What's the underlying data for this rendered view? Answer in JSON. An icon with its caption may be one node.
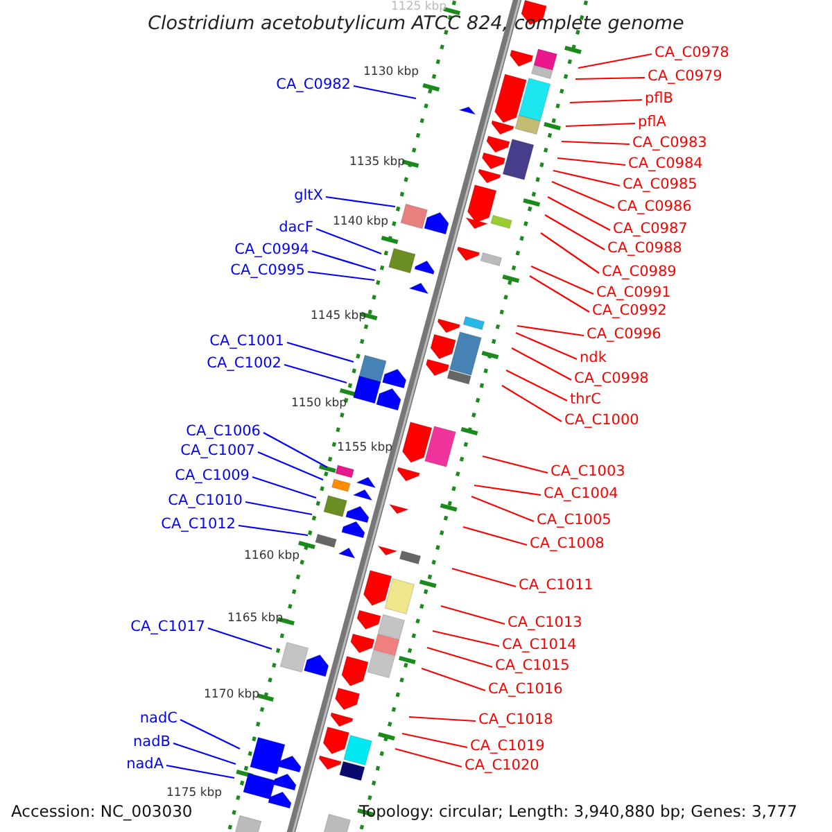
{
  "diagram": {
    "title": "Clostridium acetobutylicum ATCC 824, complete genome",
    "nodes": [
      {
        "text": [
          "CA_C0982"
        ]
      },
      {
        "text": [
          "gltX"
        ]
      },
      {
        "text": [
          "dacF"
        ]
      },
      {
        "text": [
          "CA_C0994"
        ]
      },
      {
        "text": [
          "CA_C0995"
        ]
      },
      {
        "text": [
          "CA_C1001"
        ]
      },
      {
        "text": [
          "CA_C1002"
        ]
      },
      {
        "text": [
          "CA_C1006"
        ]
      },
      {
        "text": [
          "CA_C1007"
        ]
      },
      {
        "text": [
          "CA_C1009"
        ]
      },
      {
        "text": [
          "CA_C1010"
        ]
      },
      {
        "text": [
          "CA_C1012"
        ]
      },
      {
        "text": [
          "CA_C1017"
        ]
      },
      {
        "text": [
          "nadC"
        ]
      },
      {
        "text": [
          "nadB"
        ]
      },
      {
        "text": [
          "nadA"
        ]
      },
      {
        "text": [
          "CA_C0978"
        ]
      },
      {
        "text": [
          "CA_C0979"
        ]
      },
      {
        "text": [
          "pflB"
        ]
      },
      {
        "text": [
          "pflA"
        ]
      },
      {
        "text": [
          "CA_C0983"
        ]
      },
      {
        "text": [
          "CA_C0984"
        ]
      },
      {
        "text": [
          "CA_C0985"
        ]
      },
      {
        "text": [
          "CA_C0986"
        ]
      },
      {
        "text": [
          "CA_C0987"
        ]
      },
      {
        "text": [
          "CA_C0988"
        ]
      },
      {
        "text": [
          "CA_C0989"
        ]
      },
      {
        "text": [
          "CA_C0991"
        ]
      },
      {
        "text": [
          "CA_C0992"
        ]
      },
      {
        "text": [
          "CA_C0996"
        ]
      },
      {
        "text": [
          "ndk"
        ]
      },
      {
        "text": [
          "CA_C0998"
        ]
      },
      {
        "text": [
          "thrC"
        ]
      },
      {
        "text": [
          "CA_C1000"
        ]
      },
      {
        "text": [
          "CA_C1003"
        ]
      },
      {
        "text": [
          "CA_C1004"
        ]
      },
      {
        "text": [
          "CA_C1005"
        ]
      },
      {
        "text": [
          "CA_C1008"
        ]
      },
      {
        "text": [
          "CA_C1011"
        ]
      },
      {
        "text": [
          "CA_C1013"
        ]
      },
      {
        "text": [
          "CA_C1014"
        ]
      },
      {
        "text": [
          "CA_C1015"
        ]
      },
      {
        "text": [
          "CA_C1016"
        ]
      },
      {
        "text": [
          "CA_C1018"
        ]
      },
      {
        "text": [
          "CA_C1019"
        ]
      },
      {
        "text": [
          "CA_C1020"
        ]
      }
    ],
    "edges": [
      {
        "from": 0,
        "to": null,
        "arrow": "none",
        "color": "#0000ff"
      },
      {
        "from": 1,
        "to": null,
        "arrow": "none",
        "color": "#0000ff"
      },
      {
        "from": 2,
        "to": null,
        "arrow": "none",
        "color": "#0000ff"
      },
      {
        "from": 3,
        "to": null,
        "arrow": "none",
        "color": "#0000ff"
      },
      {
        "from": 4,
        "to": null,
        "arrow": "none",
        "color": "#0000ff"
      },
      {
        "from": 5,
        "to": null,
        "arrow": "none",
        "color": "#0000ff"
      },
      {
        "from": 6,
        "to": null,
        "arrow": "none",
        "color": "#0000ff"
      },
      {
        "from": 7,
        "to": null,
        "arrow": "none",
        "color": "#0000ff"
      },
      {
        "from": 8,
        "to": null,
        "arrow": "none",
        "color": "#0000ff"
      },
      {
        "from": 9,
        "to": null,
        "arrow": "none",
        "color": "#0000ff"
      },
      {
        "from": 10,
        "to": null,
        "arrow": "none",
        "color": "#0000ff"
      },
      {
        "from": 11,
        "to": null,
        "arrow": "none",
        "color": "#0000ff"
      },
      {
        "from": 12,
        "to": null,
        "arrow": "none",
        "color": "#0000ff"
      },
      {
        "from": 13,
        "to": null,
        "arrow": "none",
        "color": "#0000ff"
      },
      {
        "from": 14,
        "to": null,
        "arrow": "none",
        "color": "#0000ff"
      },
      {
        "from": 15,
        "to": null,
        "arrow": "none",
        "color": "#0000ff"
      },
      {
        "from": 16,
        "to": null,
        "arrow": "none"
      },
      {
        "from": 17,
        "to": null,
        "arrow": "none"
      },
      {
        "from": 18,
        "to": null,
        "arrow": "none"
      },
      {
        "from": 19,
        "to": null,
        "arrow": "none"
      },
      {
        "from": 20,
        "to": null,
        "arrow": "none"
      },
      {
        "from": 21,
        "to": null,
        "arrow": "none"
      },
      {
        "from": 22,
        "to": null,
        "arrow": "none"
      },
      {
        "from": 23,
        "to": null,
        "arrow": "none"
      },
      {
        "from": 24,
        "to": null,
        "arrow": "none"
      },
      {
        "from": 25,
        "to": null,
        "arrow": "none"
      },
      {
        "from": 26,
        "to": null,
        "arrow": "none"
      },
      {
        "from": 27,
        "to": null,
        "arrow": "none"
      },
      {
        "from": 28,
        "to": null,
        "arrow": "none"
      },
      {
        "from": 29,
        "to": null,
        "arrow": "none"
      },
      {
        "from": 30,
        "to": null,
        "arrow": "none"
      },
      {
        "from": 31,
        "to": null,
        "arrow": "none"
      },
      {
        "from": 32,
        "to": null,
        "arrow": "none"
      },
      {
        "from": 33,
        "to": null,
        "arrow": "none"
      },
      {
        "from": 34,
        "to": null,
        "arrow": "none"
      },
      {
        "from": 35,
        "to": null,
        "arrow": "none"
      },
      {
        "from": 36,
        "to": null,
        "arrow": "none"
      },
      {
        "from": 37,
        "to": null,
        "arrow": "none"
      },
      {
        "from": 38,
        "to": null,
        "arrow": "none"
      },
      {
        "from": 39,
        "to": null,
        "arrow": "none"
      },
      {
        "from": 40,
        "to": null,
        "arrow": "none"
      },
      {
        "from": 41,
        "to": null,
        "arrow": "none"
      },
      {
        "from": 42,
        "to": null,
        "arrow": "none"
      },
      {
        "from": 43,
        "to": null,
        "arrow": "none"
      },
      {
        "from": 44,
        "to": null,
        "arrow": "none"
      },
      {
        "from": 45,
        "to": null,
        "arrow": "none"
      }
    ],
    "labels": [
      "1125 kbp",
      "1130 kbp",
      "1135 kbp",
      "1140 kbp",
      "1145 kbp",
      "1150 kbp",
      "1155 kbp",
      "1160 kbp",
      "1165 kbp",
      "1170 kbp",
      "1175 kbp",
      "Accession: NC_003030",
      "Topology: circular; Length: 3,940,880 bp; Genes: 3,777"
    ]
  }
}
